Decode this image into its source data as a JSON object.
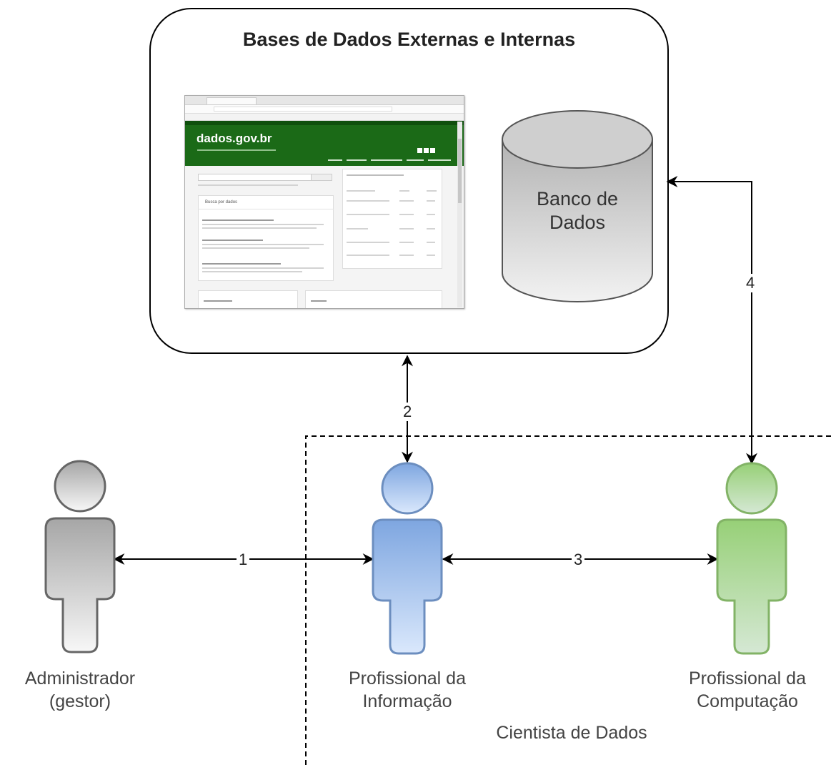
{
  "container": {
    "title": "Bases de Dados Externas e Internas"
  },
  "database": {
    "label_line1": "Banco de",
    "label_line2": "Dados"
  },
  "screenshot": {
    "logo": "dados.gov.br",
    "panel_title": "Busca por dados"
  },
  "actors": [
    {
      "id": "administrador",
      "line1": "Administrador",
      "line2": "(gestor)",
      "color": "#9e9e9e"
    },
    {
      "id": "profissional-informacao",
      "line1": "Profissional da",
      "line2": "Informação",
      "color": "#6c8ebf"
    },
    {
      "id": "profissional-computacao",
      "line1": "Profissional da",
      "line2": "Computação",
      "color": "#82b366"
    }
  ],
  "group": {
    "label": "Cientista de Dados"
  },
  "edges": [
    {
      "id": "edge-1",
      "label": "1"
    },
    {
      "id": "edge-2",
      "label": "2"
    },
    {
      "id": "edge-3",
      "label": "3"
    },
    {
      "id": "edge-4",
      "label": "4"
    }
  ],
  "colors": {
    "actor_gray": "#9e9e9e",
    "actor_blue": "#6c8ebf",
    "actor_green": "#82b366",
    "database_fill": "#c8c8c8",
    "portal_green": "#1b6a17"
  }
}
